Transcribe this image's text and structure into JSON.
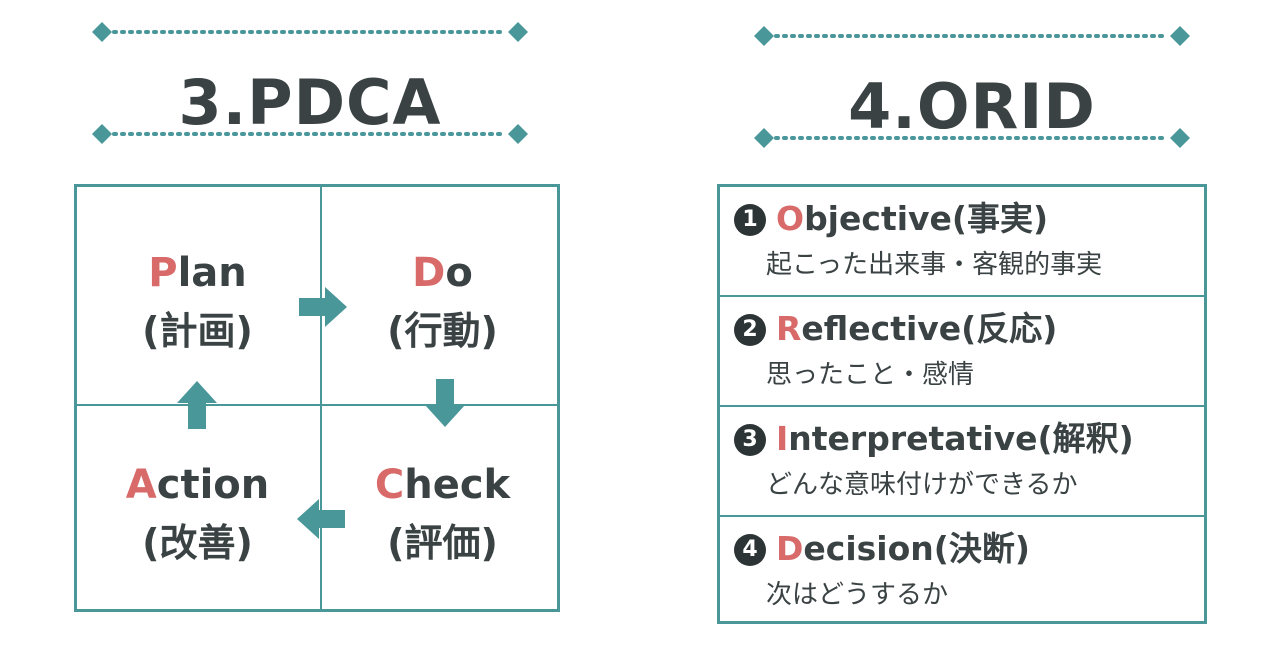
{
  "pdca": {
    "title": "3.PDCA",
    "cells": {
      "plan": {
        "first": "P",
        "rest": "lan",
        "ja": "(計画)"
      },
      "do": {
        "first": "D",
        "rest": "o",
        "ja": "(行動)"
      },
      "action": {
        "first": "A",
        "rest": "ction",
        "ja": "(改善)"
      },
      "check": {
        "first": "C",
        "rest": "heck",
        "ja": "(評価)"
      }
    }
  },
  "orid": {
    "title": "4.ORID",
    "items": [
      {
        "num": "1",
        "first": "O",
        "rest": "bjective(事実)",
        "sub": "起こった出来事・客観的事実"
      },
      {
        "num": "2",
        "first": "R",
        "rest": "eflective(反応)",
        "sub": "思ったこと・感情"
      },
      {
        "num": "3",
        "first": "I",
        "rest": "nterpretative(解釈)",
        "sub": "どんな意味付けができるか"
      },
      {
        "num": "4",
        "first": "D",
        "rest": "ecision(決断)",
        "sub": "次はどうするか"
      }
    ]
  },
  "colors": {
    "accent": "#4a979a",
    "highlight": "#d86a6a",
    "text": "#3a4244"
  }
}
